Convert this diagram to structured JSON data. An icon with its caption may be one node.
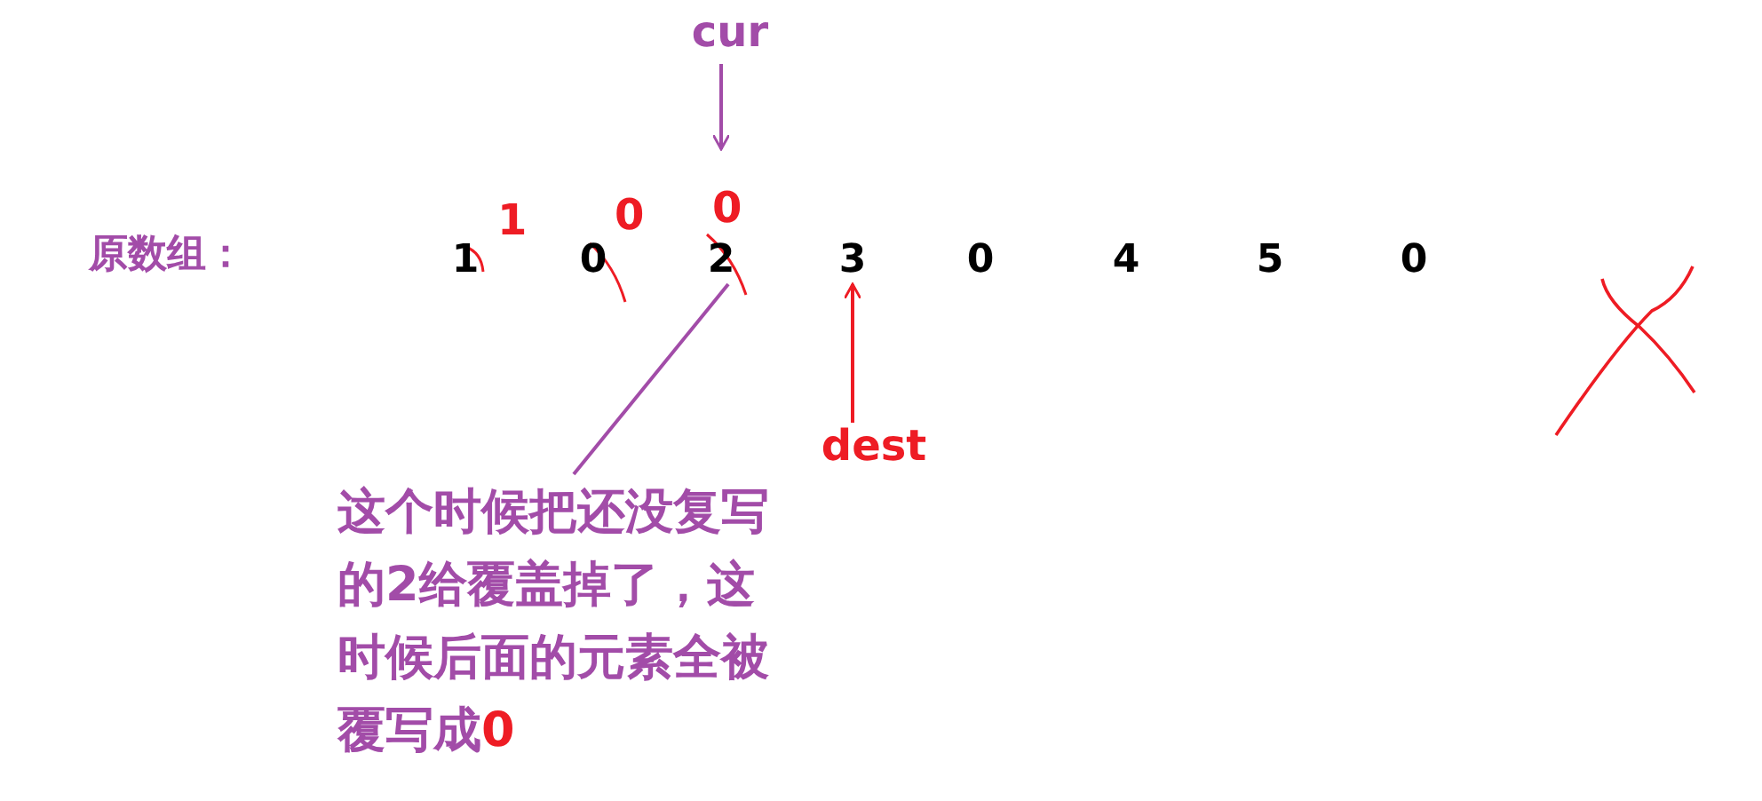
{
  "diagram": {
    "nodes": [
      {
        "text": [
          "cur"
        ]
      },
      {
        "text": [
          "1"
        ]
      },
      {
        "text": [
          "0"
        ]
      },
      {
        "text": [
          "2"
        ]
      },
      {
        "text": [
          "3"
        ]
      },
      {
        "text": [
          "0"
        ]
      },
      {
        "text": [
          "4"
        ]
      },
      {
        "text": [
          "5"
        ]
      },
      {
        "text": [
          "0"
        ]
      },
      {
        "text": [
          "dest"
        ]
      },
      {
        "text": [
          "这个时候把还没复写的2给覆盖掉了，这时候后面的元素全被覆写成0"
        ]
      }
    ],
    "edges": [
      {
        "from": 0,
        "to": 3,
        "arrow": "to",
        "color": "#a24ca8"
      },
      {
        "from": 9,
        "to": 4,
        "arrow": "to",
        "color": "#ee1c24"
      },
      {
        "from": 10,
        "to": 3,
        "arrow": "none",
        "color": "#a24ca8"
      }
    ],
    "labels": [
      "原数组：",
      "1",
      "0",
      "0"
    ]
  }
}
